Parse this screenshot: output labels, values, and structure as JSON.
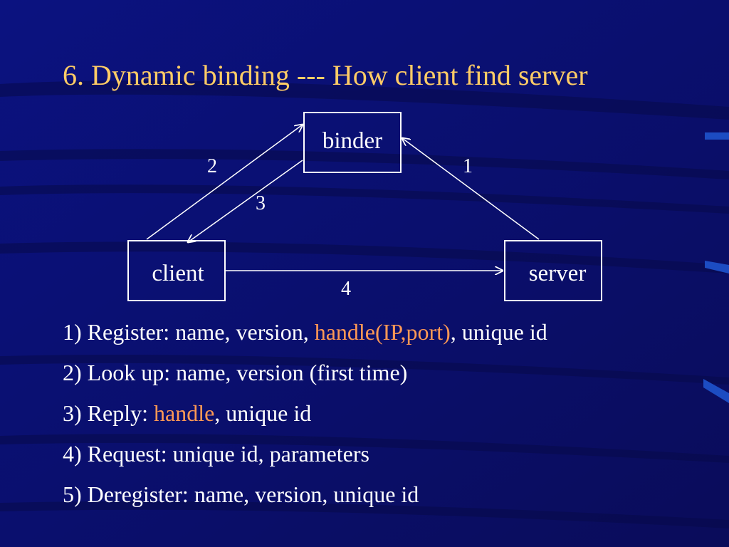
{
  "title": "6. Dynamic binding --- How client find server",
  "colors": {
    "background": "#0a0f6e",
    "title": "#ffcc66",
    "text": "#ffffff",
    "highlight": "#ff9955",
    "stripe": "#1c4cc2"
  },
  "diagram": {
    "nodes": {
      "binder": "binder",
      "client": "client",
      "server": "server"
    },
    "edge_labels": {
      "register": "1",
      "lookup": "2",
      "reply": "3",
      "request": "4"
    }
  },
  "steps": [
    {
      "prefix": "1) Register: name, version, ",
      "highlight": "handle(IP,port)",
      "suffix": ", unique id"
    },
    {
      "prefix": "2) Look up: name, version (first time)",
      "highlight": "",
      "suffix": ""
    },
    {
      "prefix": "3) Reply: ",
      "highlight": "handle",
      "suffix": ", unique id"
    },
    {
      "prefix": "4) Request: unique id, parameters",
      "highlight": "",
      "suffix": ""
    },
    {
      "prefix": "5) Deregister: name, version, unique id",
      "highlight": "",
      "suffix": ""
    }
  ]
}
